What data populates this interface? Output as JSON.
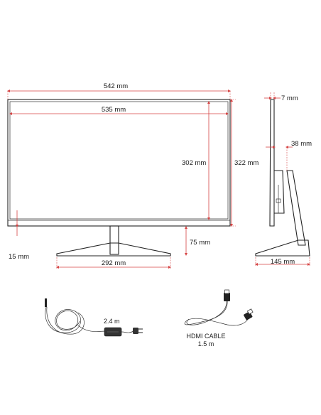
{
  "dimensions": {
    "overall_width": "542 mm",
    "screen_width": "535 mm",
    "screen_height": "302 mm",
    "overall_height": "322 mm",
    "depth_top": "7 mm",
    "depth_neck": "38 mm",
    "bottom_bezel": "15 mm",
    "stand_height": "75 mm",
    "stand_width": "292 mm",
    "stand_depth": "145 mm"
  },
  "accessories": {
    "power_cable_length": "2.4 m",
    "hdmi_label": "HDMI CABLE",
    "hdmi_length": "1.5 m"
  },
  "colors": {
    "dimension_line": "#d64545",
    "outline": "#222222"
  },
  "icons": [
    "power-adapter-icon",
    "hdmi-cable-icon"
  ]
}
